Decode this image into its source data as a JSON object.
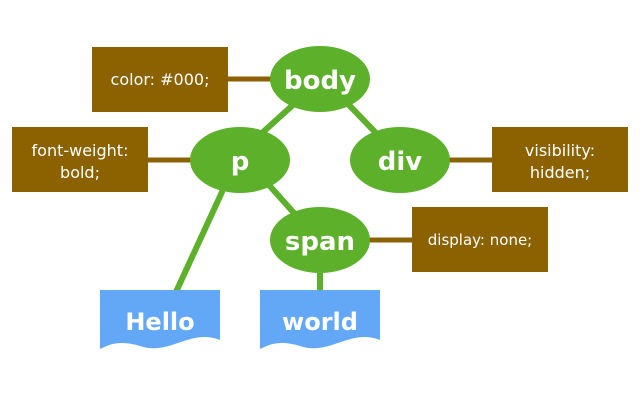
{
  "colors": {
    "element": "#5cb02a",
    "style_box": "#8c6200",
    "text_box": "#62a8f6",
    "tree_line": "#5cb02a",
    "style_line": "#8c6200"
  },
  "nodes": {
    "body": "body",
    "p": "p",
    "div": "div",
    "span": "span"
  },
  "styles": {
    "body": [
      "color: #000;"
    ],
    "p": [
      "font-weight:",
      "bold;"
    ],
    "div": [
      "visibility:",
      "hidden;"
    ],
    "span": [
      "display: none;"
    ]
  },
  "text_nodes": {
    "hello": "Hello",
    "world": "world"
  }
}
